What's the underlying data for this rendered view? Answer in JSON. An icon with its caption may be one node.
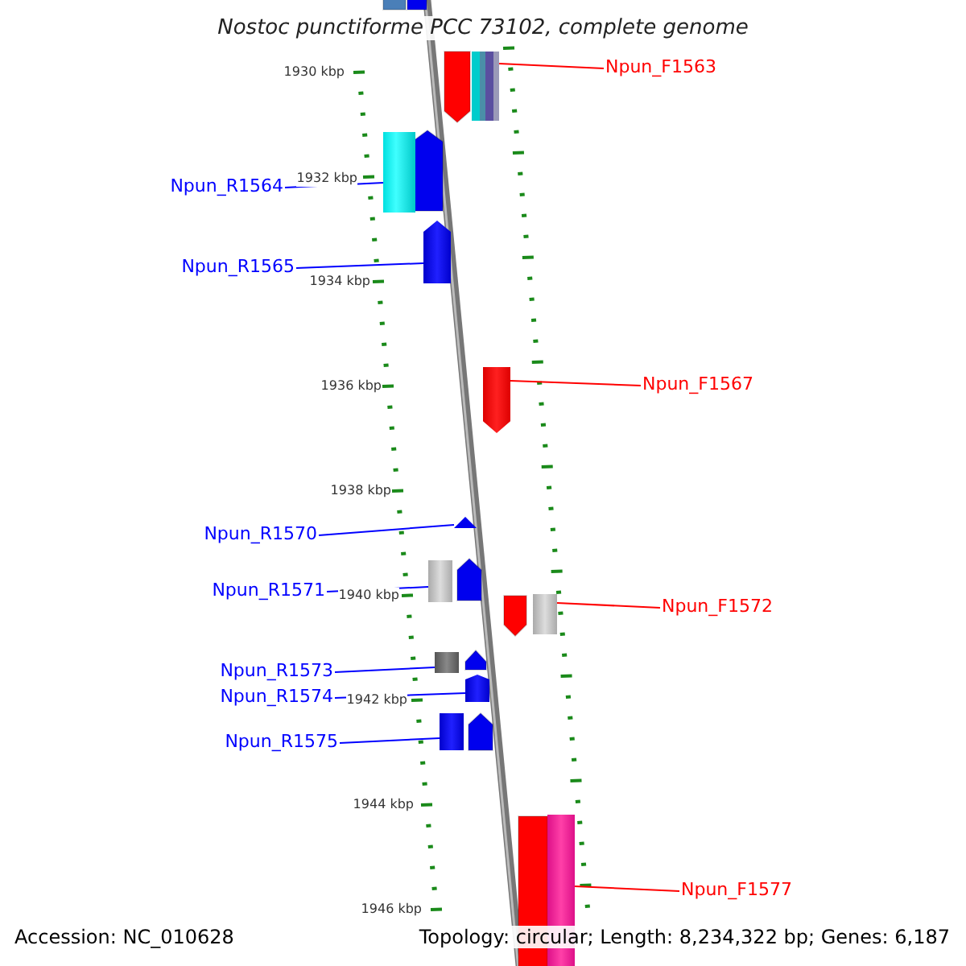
{
  "diagram": {
    "title": "Nostoc punctiforme PCC 73102, complete genome",
    "nodes": [
      {
        "text": [
          "Npun_F1563"
        ]
      },
      {
        "text": [
          "Npun_R1564"
        ]
      },
      {
        "text": [
          "Npun_R1565"
        ]
      },
      {
        "text": [
          "Npun_F1567"
        ]
      },
      {
        "text": [
          "Npun_R1570"
        ]
      },
      {
        "text": [
          "Npun_R1571"
        ]
      },
      {
        "text": [
          "Npun_F1572"
        ]
      },
      {
        "text": [
          "Npun_R1573"
        ]
      },
      {
        "text": [
          "Npun_R1574"
        ]
      },
      {
        "text": [
          "Npun_R1575"
        ]
      },
      {
        "text": [
          "Npun_F1577"
        ]
      },
      {
        "text": [],
        "shape": "bar"
      },
      {
        "text": [],
        "shape": "bar"
      },
      {
        "text": [],
        "shape": "arrow"
      },
      {
        "text": [],
        "shape": "arrow"
      },
      {
        "text": [],
        "shape": "triangle"
      },
      {
        "text": [],
        "shape": "bar"
      },
      {
        "text": [],
        "shape": "bar"
      },
      {
        "text": [],
        "shape": "bar"
      },
      {
        "text": [],
        "shape": "arrow"
      },
      {
        "text": [],
        "shape": "bar"
      },
      {
        "text": [],
        "shape": "bar"
      }
    ],
    "edges": [
      {
        "from": 0,
        "to": 11,
        "arrow": "none",
        "color": "#ff0000"
      },
      {
        "from": 1,
        "to": 12,
        "arrow": "none"
      },
      {
        "from": 2,
        "to": 13,
        "arrow": "none"
      },
      {
        "from": 3,
        "to": 14,
        "arrow": "none",
        "color": "#ff0000"
      },
      {
        "from": 4,
        "to": 15,
        "arrow": "none"
      },
      {
        "from": 5,
        "to": 16,
        "arrow": "none"
      },
      {
        "from": 6,
        "to": 17,
        "arrow": "none",
        "color": "#ff0000"
      },
      {
        "from": 7,
        "to": 18,
        "arrow": "none"
      },
      {
        "from": 8,
        "to": 19,
        "arrow": "none"
      },
      {
        "from": 9,
        "to": 20,
        "arrow": "none"
      },
      {
        "from": 10,
        "to": 21,
        "arrow": "none",
        "color": "#ff0000"
      }
    ],
    "labels": [
      "1930 kbp",
      "1932 kbp",
      "1934 kbp",
      "1936 kbp",
      "1938 kbp",
      "1940 kbp",
      "1942 kbp",
      "1944 kbp",
      "1946 kbp",
      "Accession: NC_010628",
      "Topology: circular; Length: 8,234,322 bp; Genes: 6,187"
    ]
  }
}
